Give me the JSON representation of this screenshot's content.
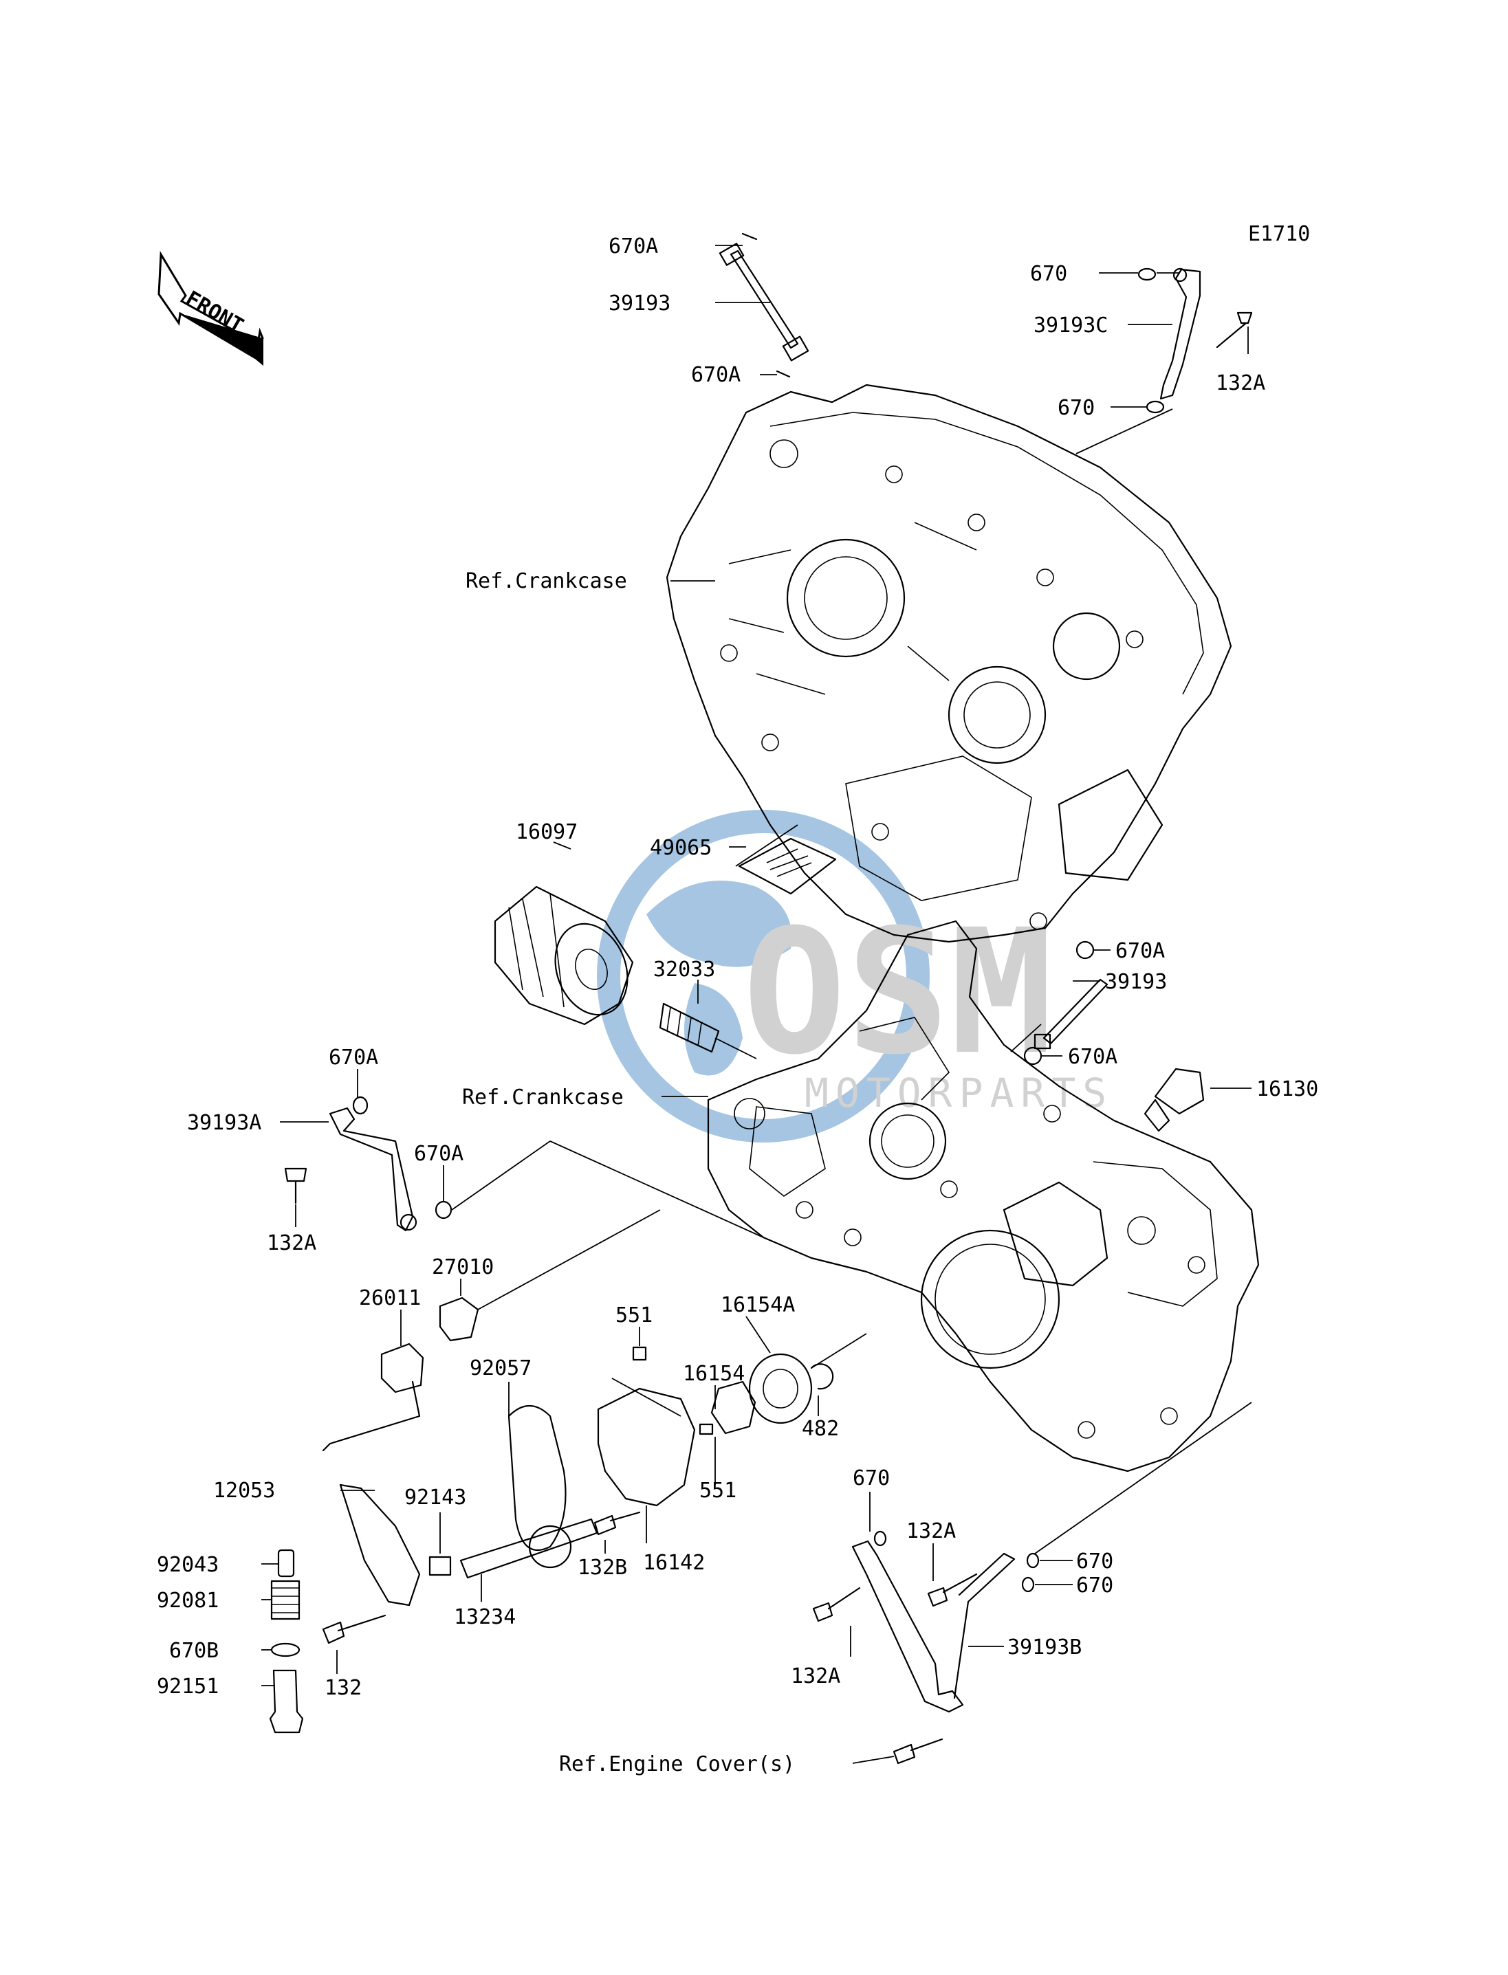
{
  "diagram_code": "E1710",
  "front_label": "FRONT",
  "watermark": {
    "brand_text": "OSM",
    "sub_text": "MOTORPARTS",
    "color_blue": "#3a7fc0",
    "color_grey": "#9a9a9a"
  },
  "reference_labels": {
    "crankcase_upper": "Ref.Crankcase",
    "crankcase_lower": "Ref.Crankcase",
    "engine_cover": "Ref.Engine Cover(s)"
  },
  "part_labels": {
    "p670A_1": "670A",
    "p39193_1": "39193",
    "p670A_2": "670A",
    "p670_1": "670",
    "p39193C": "39193C",
    "p132A_1": "132A",
    "p670_2": "670",
    "p16097": "16097",
    "p49065": "49065",
    "p32033": "32033",
    "p670A_3": "670A",
    "p39193_2": "39193",
    "p670A_4": "670A",
    "p16130": "16130",
    "p670A_5": "670A",
    "p39193A": "39193A",
    "p670A_6": "670A",
    "p132A_2": "132A",
    "p27010": "27010",
    "p26011": "26011",
    "p551_1": "551",
    "p16154A": "16154A",
    "p16154": "16154",
    "p92057": "92057",
    "p482": "482",
    "p551_2": "551",
    "p12053": "12053",
    "p92143": "92143",
    "p92043": "92043",
    "p92081": "92081",
    "p670B": "670B",
    "p92151": "92151",
    "p132": "132",
    "p13234": "13234",
    "p132B": "132B",
    "p16142": "16142",
    "p670_3": "670",
    "p132A_3": "132A",
    "p670_4": "670",
    "p670_5": "670",
    "p132A_4": "132A",
    "p39193B": "39193B"
  },
  "icons": [
    "front-arrow-icon",
    "watermark-globe-icon"
  ]
}
